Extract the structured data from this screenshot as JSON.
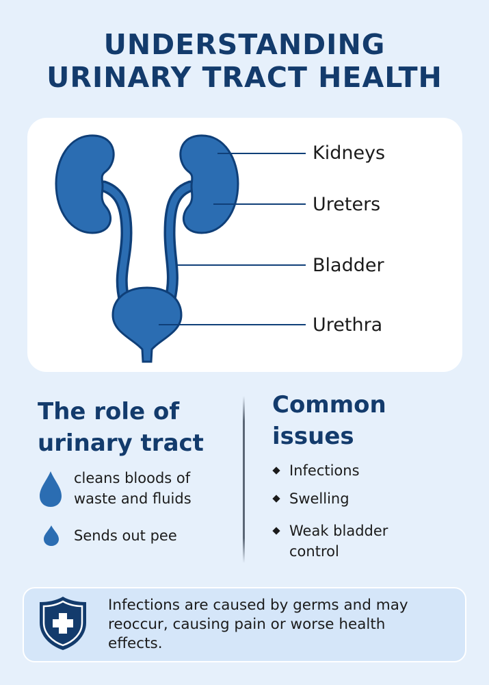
{
  "title": {
    "line1": "UNDERSTANDING",
    "line2": "URINARY TRACT HEALTH"
  },
  "diagram": {
    "labels": [
      "Kidneys",
      "Ureters",
      "Bladder",
      "Urethra"
    ],
    "fill_color": "#2b6db2",
    "stroke_color": "#0f3f78"
  },
  "role": {
    "heading_line1": "The role of",
    "heading_line2": "urinary tract",
    "items": [
      {
        "icon": "water-drop-icon",
        "line1": "cleans bloods of",
        "line2": "waste and fluids"
      },
      {
        "icon": "water-drop-icon",
        "line1": "Sends out pee"
      }
    ]
  },
  "issues": {
    "heading_line1": "Common",
    "heading_line2": "issues",
    "items": [
      {
        "line1": "Infections"
      },
      {
        "line1": "Swelling"
      },
      {
        "line1": "Weak bladder",
        "line2": "control"
      }
    ]
  },
  "note": {
    "icon": "medical-shield-icon",
    "line1": "Infections are caused by germs and may",
    "line2": "reoccur, causing pain or worse health",
    "line3": "effects."
  }
}
